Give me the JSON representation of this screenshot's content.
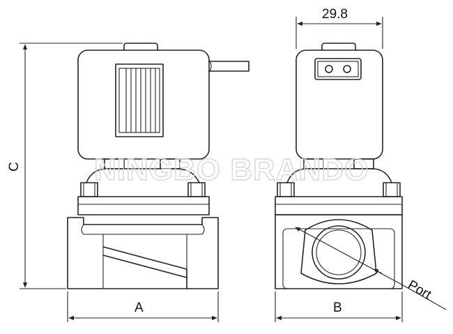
{
  "dimensions": {
    "width_label": "A",
    "height_label": "C",
    "depth_label": "B",
    "coil_width_value": "29.8",
    "port_label": "Port"
  },
  "watermark": "NINGBO BRANDO",
  "colors": {
    "line": "#222222",
    "watermark": "#d6d6d6",
    "background": "#ffffff"
  }
}
